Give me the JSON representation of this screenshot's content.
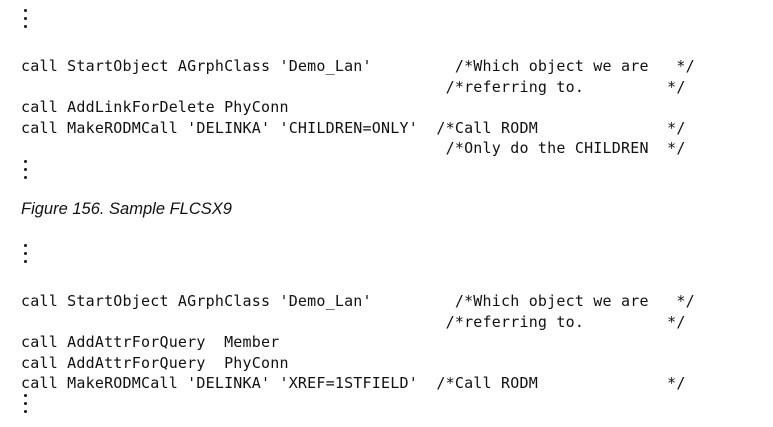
{
  "code_block_1": {
    "lines": [
      "call StartObject AGrphClass 'Demo_Lan'         /*Which object we are   */",
      "                                              /*referring to.         */",
      "call AddLinkForDelete PhyConn",
      "call MakeRODMCall 'DELINKA' 'CHILDREN=ONLY'  /*Call RODM              */",
      "                                              /*Only do the CHILDREN  */"
    ]
  },
  "figure_caption": "Figure 156. Sample FLCSX9",
  "code_block_2": {
    "lines": [
      "call StartObject AGrphClass 'Demo_Lan'         /*Which object we are   */",
      "                                              /*referring to.         */",
      "call AddAttrForQuery  Member",
      "call AddAttrForQuery  PhyConn",
      "call MakeRODMCall 'DELINKA' 'XREF=1STFIELD'  /*Call RODM              */"
    ]
  },
  "ellipsis_glyph": "vertical-ellipsis"
}
